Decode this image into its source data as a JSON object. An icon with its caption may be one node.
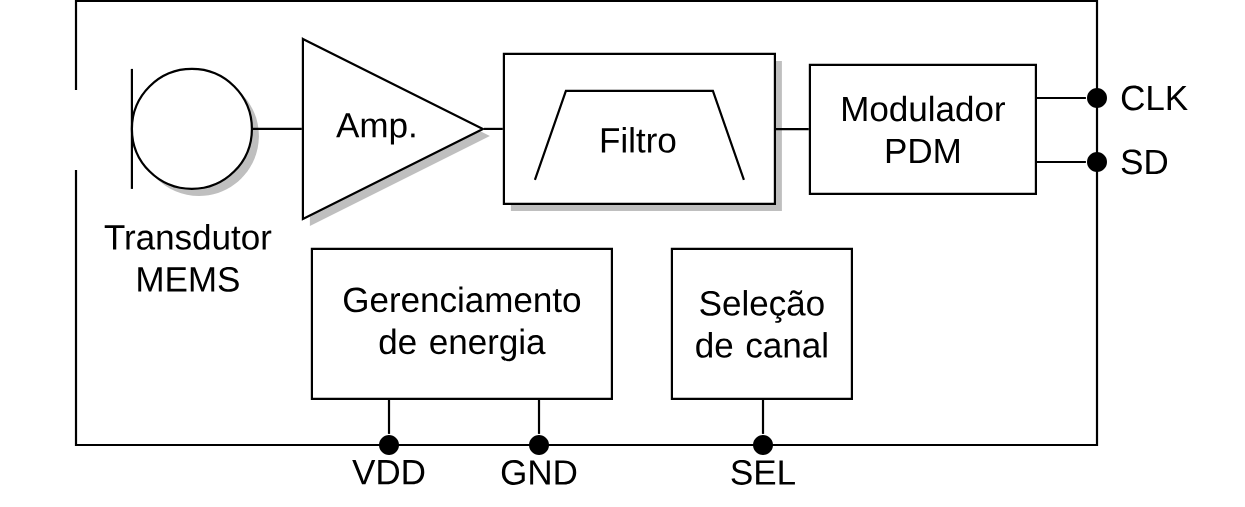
{
  "diagram": {
    "nodes": [
      {
        "text": [],
        "shape": "box"
      },
      {
        "text": [
          "Transdutor MEMS"
        ],
        "in": 0
      },
      {
        "text": [
          "Amp."
        ],
        "in": 0
      },
      {
        "text": [
          "Filtro"
        ],
        "in": 0
      },
      {
        "text": [
          "Modulador PDM"
        ],
        "in": 0
      },
      {
        "text": [
          "Gerenciamento de energia"
        ],
        "in": 0
      },
      {
        "text": [
          "Seleção de canal"
        ],
        "in": 0
      },
      {
        "text": [
          "CLK"
        ]
      },
      {
        "text": [
          "SD"
        ]
      },
      {
        "text": [
          "VDD"
        ]
      },
      {
        "text": [
          "GND"
        ]
      },
      {
        "text": [
          "SEL"
        ]
      }
    ],
    "edges": [
      {
        "from": 1,
        "to": 2,
        "arrow": "none"
      },
      {
        "from": 2,
        "to": 3,
        "arrow": "none"
      },
      {
        "from": 3,
        "to": 4,
        "arrow": "none"
      },
      {
        "from": 4,
        "to": 7,
        "arrow": "none"
      },
      {
        "from": 4,
        "to": 8,
        "arrow": "none"
      },
      {
        "from": 5,
        "to": 9,
        "arrow": "none"
      },
      {
        "from": 5,
        "to": 10,
        "arrow": "none"
      },
      {
        "from": 6,
        "to": 11,
        "arrow": "none"
      }
    ]
  }
}
